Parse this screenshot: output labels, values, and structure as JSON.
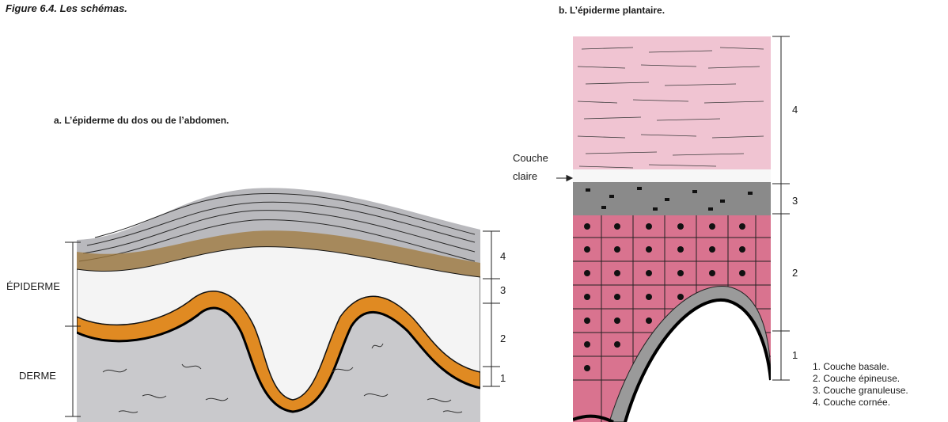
{
  "figure_title": "Figure 6.4. Les schémas.",
  "panel_a": {
    "title": "a. L’épiderme du dos ou de l’abdomen.",
    "left_labels": {
      "epidermis": "ÉPIDERME",
      "dermis": "DERME"
    },
    "layer_numbers": [
      "4",
      "3",
      "2",
      "1"
    ]
  },
  "panel_b": {
    "title": "b. L’épiderme plantaire.",
    "annotation": [
      "Couche",
      "claire"
    ],
    "layer_numbers": [
      "4",
      "3",
      "2",
      "1"
    ]
  },
  "legend": [
    "1. Couche basale.",
    "2. Couche épineuse.",
    "3. Couche granuleuse.",
    "4. Couche cornée."
  ],
  "colors": {
    "basal_orange": "#e08a22",
    "dermis_gray": "#c9c9cc",
    "corneum_pink": "#f0c4d2",
    "spinous_pink": "#d9738f",
    "granular_gray": "#8a8a8a"
  }
}
